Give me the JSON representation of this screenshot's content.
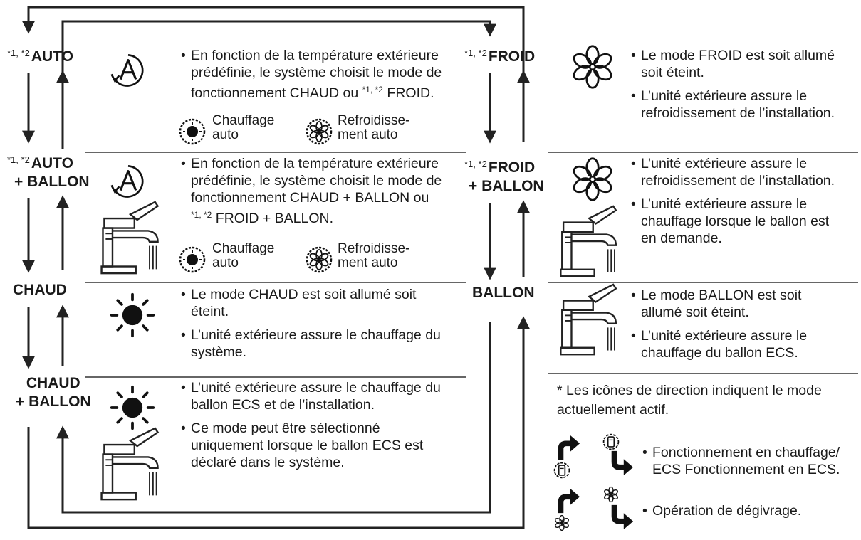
{
  "superscript": "*1, *2",
  "modes": {
    "auto": "AUTO",
    "auto_ballon": [
      "AUTO",
      "+ BALLON"
    ],
    "chaud": "CHAUD",
    "chaud_ballon": [
      "CHAUD",
      "+ BALLON"
    ],
    "froid": "FROID",
    "froid_ballon": [
      "FROID",
      "+ BALLON"
    ],
    "ballon": "BALLON"
  },
  "descriptions": {
    "auto": [
      "En fonction de la température extérieure\nprédéfinie, le système choisit le mode de\nfonctionnement CHAUD ou ",
      " FROID."
    ],
    "auto_ballon": [
      "En fonction de la température extérieure\nprédéfinie, le système choisit le mode de\nfonctionnement CHAUD + BALLON ou\n",
      " FROID + BALLON."
    ],
    "chaud": [
      "Le mode CHAUD est soit allumé soit\néteint.",
      "L’unité extérieure assure le chauffage du\nsystème."
    ],
    "chaud_ballon": [
      "L’unité extérieure assure le chauffage du\nballon ECS et de l’installation.",
      "Ce mode peut être sélectionné\nuniquement lorsque le ballon ECS est\ndéclaré dans le système."
    ],
    "froid": [
      "Le mode FROID est soit allumé\nsoit éteint.",
      "L’unité extérieure assure le\nrefroidissement de l’installation."
    ],
    "froid_ballon": [
      "L’unité extérieure assure le\nrefroidissement de l’installation.",
      "L’unité extérieure assure le\nchauffage lorsque le ballon est\nen demande."
    ],
    "ballon": [
      "Le mode BALLON est soit\nallumé soit éteint.",
      "L’unité extérieure assure le\nchauffage du ballon ECS."
    ]
  },
  "sublabels": {
    "heating": "Chauffage\nauto",
    "cooling": "Refroidisse-\nment auto"
  },
  "note": {
    "title": "* Les icônes de direction indiquent le mode\nactuellement actif.",
    "heating": "Fonctionnement en chauffage/\nECS Fonctionnement en ECS.",
    "defrost": "Opération de dégivrage."
  },
  "icons": [
    "auto-mode-icon",
    "sun-icon",
    "snowflake-icon",
    "faucet-icon",
    "heating-direction-icon",
    "tank-direction-icon",
    "defrost-direction-icon"
  ]
}
